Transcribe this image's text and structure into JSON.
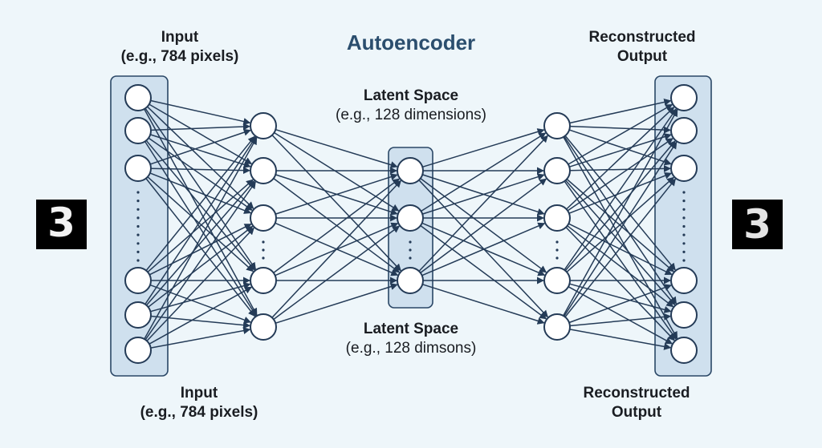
{
  "title": "Autoencoder",
  "labels": {
    "input_top_title": "Input",
    "input_top_sub": "(e.g., 784 pixels)",
    "input_bottom_title": "Input",
    "input_bottom_sub": "(e.g., 784 pixels)",
    "latent_top_title": "Latent Space",
    "latent_top_sub": "(e.g., 128 dimensions)",
    "latent_bottom_title": "Latent Space",
    "latent_bottom_sub": "(e.g., 128 dimsons)",
    "output_top_title": "Reconstructed",
    "output_top_sub": "Output",
    "output_bottom_title": "Reconstructed",
    "output_bottom_sub": "Output"
  },
  "digits": {
    "input_digit": "3",
    "output_digit": "3"
  },
  "colors": {
    "background": "#eef6fa",
    "edge": "#243b57",
    "node_stroke": "#243b57",
    "node_fill": "#ffffff",
    "box_fill": "#cfe0ee",
    "box_stroke": "#2a4766",
    "title": "#2b4e6e"
  }
}
